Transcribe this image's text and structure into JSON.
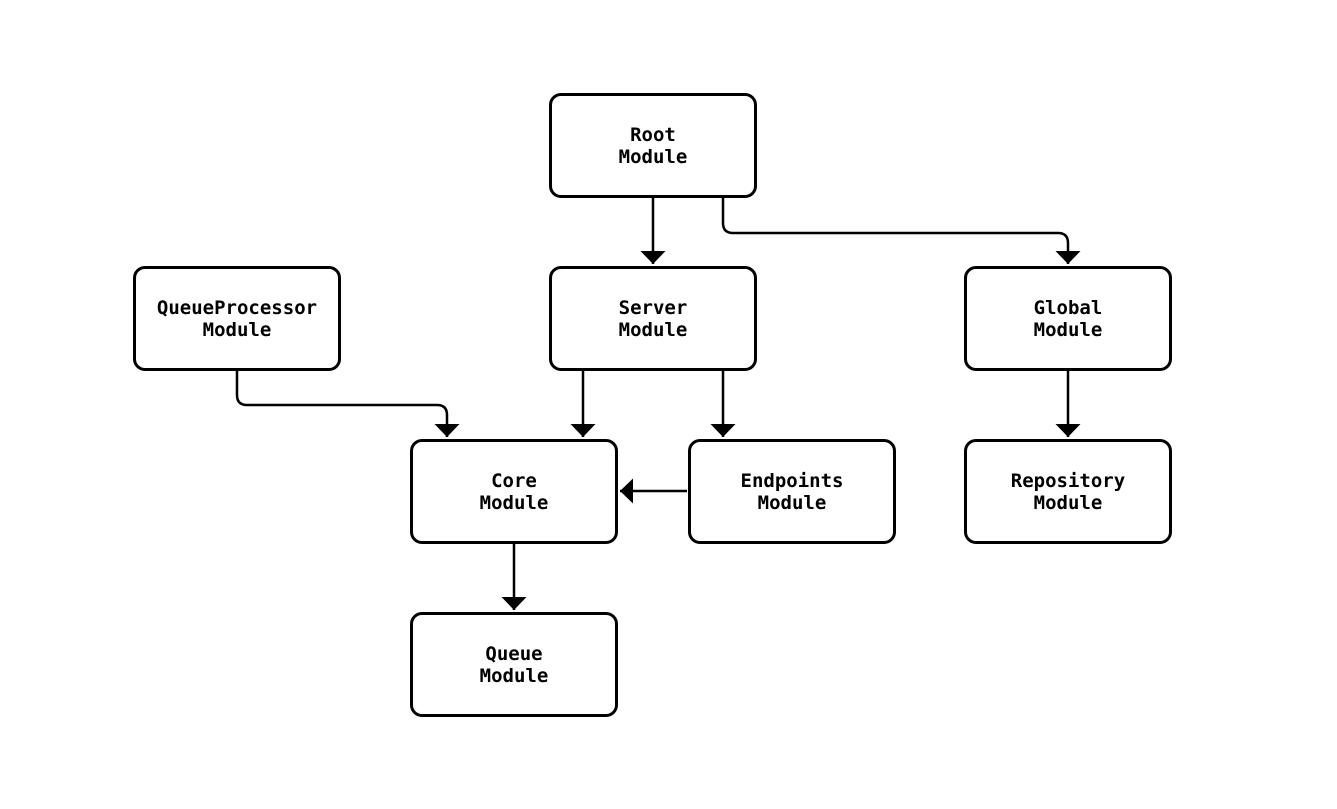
{
  "diagram": {
    "background_color": "#ffffff",
    "line_color": "#000000",
    "text_color": "#000000",
    "nodes": [
      {
        "id": "root",
        "label": "Root\nModule"
      },
      {
        "id": "queueprocessor",
        "label": "QueueProcessor\nModule"
      },
      {
        "id": "server",
        "label": "Server\nModule"
      },
      {
        "id": "global",
        "label": "Global\nModule"
      },
      {
        "id": "core",
        "label": "Core\nModule"
      },
      {
        "id": "endpoints",
        "label": "Endpoints\nModule"
      },
      {
        "id": "repository",
        "label": "Repository\nModule"
      },
      {
        "id": "queue",
        "label": "Queue\nModule"
      }
    ],
    "edges": [
      {
        "from": "root",
        "to": "server"
      },
      {
        "from": "root",
        "to": "global"
      },
      {
        "from": "queueprocessor",
        "to": "core"
      },
      {
        "from": "server",
        "to": "core"
      },
      {
        "from": "server",
        "to": "endpoints"
      },
      {
        "from": "endpoints",
        "to": "core"
      },
      {
        "from": "global",
        "to": "repository"
      },
      {
        "from": "core",
        "to": "queue"
      }
    ]
  }
}
